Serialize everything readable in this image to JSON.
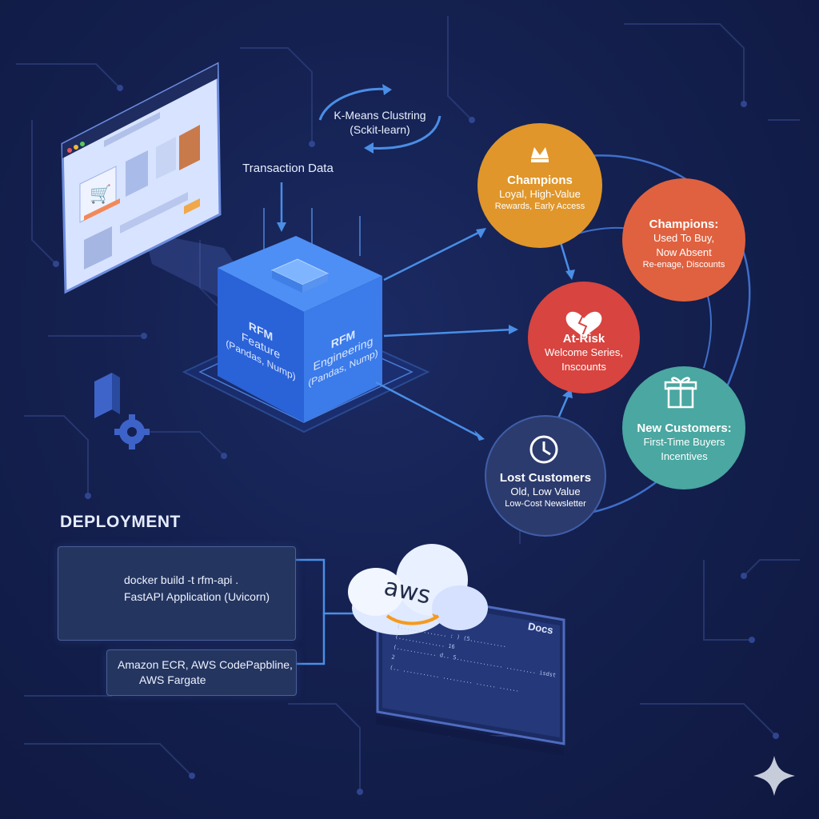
{
  "transaction_label": "Transaction Data",
  "kmeans": {
    "line1": "K-Means Clustring",
    "line2": "(Sckit-learn)"
  },
  "cube": {
    "left_title": "RFM",
    "left_sub1": "Feature",
    "left_sub2": "(Pandas, Nump)",
    "right_title": "RFM",
    "right_sub1": "Engineering",
    "right_sub2": "(Pandas, Nump)"
  },
  "segments": [
    {
      "title": "Champions",
      "desc": "Loyal, High-Value",
      "sub": "Rewards, Early Access",
      "color": "#e0962a",
      "icon": "crown-icon"
    },
    {
      "title": "Champions:",
      "desc": "Used To Buy,",
      "desc2": "Now Absent",
      "sub": "Re-enage, Discounts",
      "color": "#e0613f",
      "icon": ""
    },
    {
      "title": "At-Risk",
      "desc": "Welcome Series,",
      "sub": "Inscounts",
      "color": "#d8443f",
      "icon": "broken-heart-icon"
    },
    {
      "title": "New Customers:",
      "desc": "First-Time Buyers",
      "sub": "Incentives",
      "color": "#4aa7a1",
      "icon": "gift-icon"
    },
    {
      "title": "Lost Customers",
      "desc": "Old, Low Value",
      "sub": "Low-Cost Newsletter",
      "color": "#2c3b6e",
      "icon": "clock-icon"
    }
  ],
  "deployment": {
    "heading": "DEPLOYMENT",
    "box1_line1": "docker build -t rfm-api .",
    "box1_line2": "FastAPI Application (Uvicorn)",
    "box2_line1": "Amazon ECR, AWS CodePapbline,",
    "box2_line2": "AWS Fargate"
  },
  "aws_label": "aws",
  "docs_label": "Docs",
  "terminal_lines": [
    "(..............  :  )  (5...........",
    "(..............  16",
    "(............ d.. 5.............. .........  isdst 2",
    "(.. ........... ......... ...... ......"
  ]
}
